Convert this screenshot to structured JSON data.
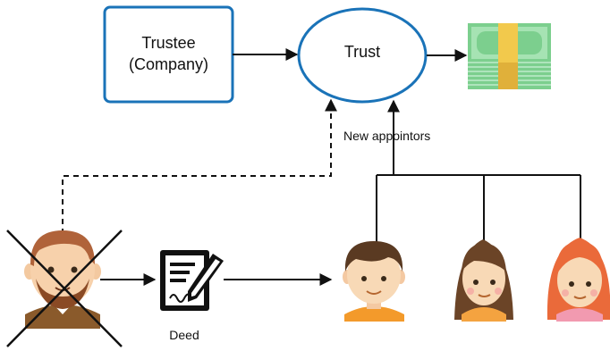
{
  "nodes": {
    "trustee": {
      "line1": "Trustee",
      "line2": "(Company)"
    },
    "trust": {
      "label": "Trust"
    },
    "money": {
      "icon": "money-stack-icon"
    },
    "settlor": {
      "icon": "crossed-out-settlor-avatar"
    },
    "deed": {
      "label": "Deed",
      "icon": "signed-document-icon"
    },
    "appointors": [
      {
        "icon": "boy-avatar"
      },
      {
        "icon": "girl-brown-hair-avatar"
      },
      {
        "icon": "girl-red-hair-avatar"
      }
    ]
  },
  "edges": {
    "new_appointors": {
      "label": "New appointors"
    }
  },
  "colors": {
    "trustee_border": "#1a73b8",
    "trust_border": "#1a73b8",
    "line": "#111111",
    "money_green": "#8fd9a0",
    "money_band": "#f2c94c",
    "cross": "#111111"
  }
}
